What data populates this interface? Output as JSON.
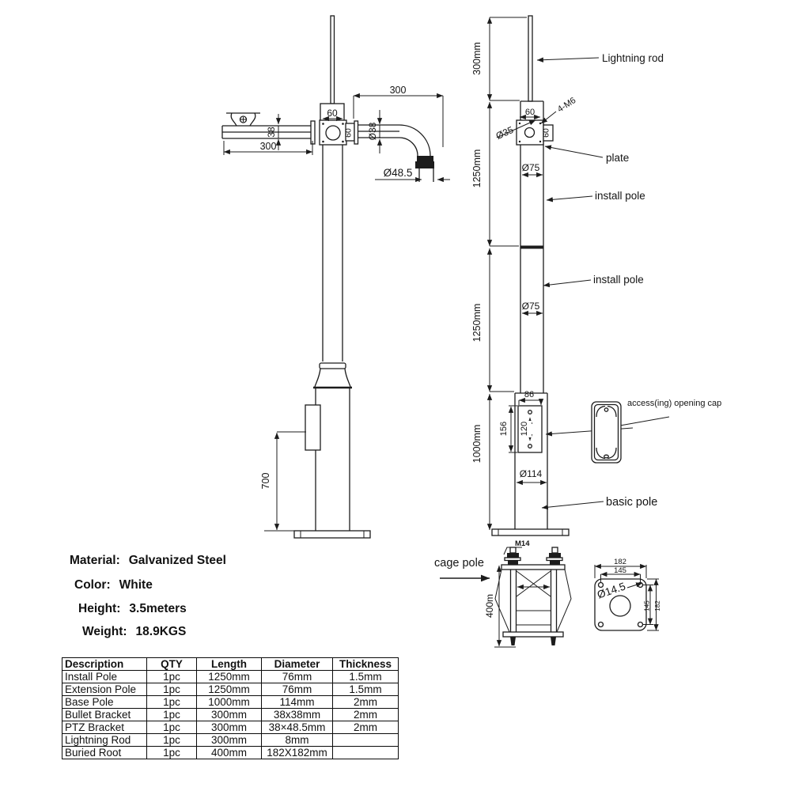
{
  "specs": {
    "items": [
      {
        "label": "Material:",
        "value": "Galvanized Steel"
      },
      {
        "label": "Color:",
        "value": "White"
      },
      {
        "label": "Height:",
        "value": "3.5meters"
      },
      {
        "label": "Weight:",
        "value": "18.9KGS"
      }
    ]
  },
  "front": {
    "box_width": "60",
    "plate_side": "60",
    "arm_left_length": "300",
    "arm_left_height": "38",
    "arm_right_length": "300",
    "arm_right_dia": "Ø38",
    "elbow_dia": "Ø48.5",
    "door_height": "700"
  },
  "side": {
    "rod_length": "300mm",
    "pole1_length": "1250mm",
    "pole2_length": "1250mm",
    "base_length": "1000mm",
    "plate_width": "60",
    "plate_side": "60",
    "plate_bolts": "4-M6",
    "plate_hole_dia": "Ø35",
    "pole1_dia": "Ø75",
    "pole2_dia": "Ø75",
    "opening_width": "86",
    "opening_height": "156",
    "opening_pitch": "120",
    "base_dia": "Ø114",
    "labels": {
      "lightning_rod": "Lightning rod",
      "plate": "plate",
      "install_pole_1": "install pole",
      "install_pole_2": "install pole",
      "access_cap": "access(ing) opening cap",
      "basic_pole": "basic pole"
    }
  },
  "cage": {
    "label": "cage pole",
    "bolt": "M14",
    "height": "400m"
  },
  "flange": {
    "outer_width": "182",
    "hole_pitch": "145",
    "hole_dia": "Ø14.5",
    "hole_pitch_v": "145",
    "outer_height": "182"
  },
  "table": {
    "headers": [
      "Description",
      "QTY",
      "Length",
      "Diameter",
      "Thickness"
    ],
    "rows": [
      [
        "Install Pole",
        "1pc",
        "1250mm",
        "76mm",
        "1.5mm"
      ],
      [
        "Extension Pole",
        "1pc",
        "1250mm",
        "76mm",
        "1.5mm"
      ],
      [
        "Base Pole",
        "1pc",
        "1000mm",
        "114mm",
        "2mm"
      ],
      [
        "Bullet Bracket",
        "1pc",
        "300mm",
        "38x38mm",
        "2mm"
      ],
      [
        "PTZ Bracket",
        "1pc",
        "300mm",
        "38×48.5mm",
        "2mm"
      ],
      [
        "Lightning Rod",
        "1pc",
        "300mm",
        "8mm",
        ""
      ],
      [
        "Buried Root",
        "1pc",
        "400mm",
        "182X182mm",
        ""
      ]
    ]
  }
}
